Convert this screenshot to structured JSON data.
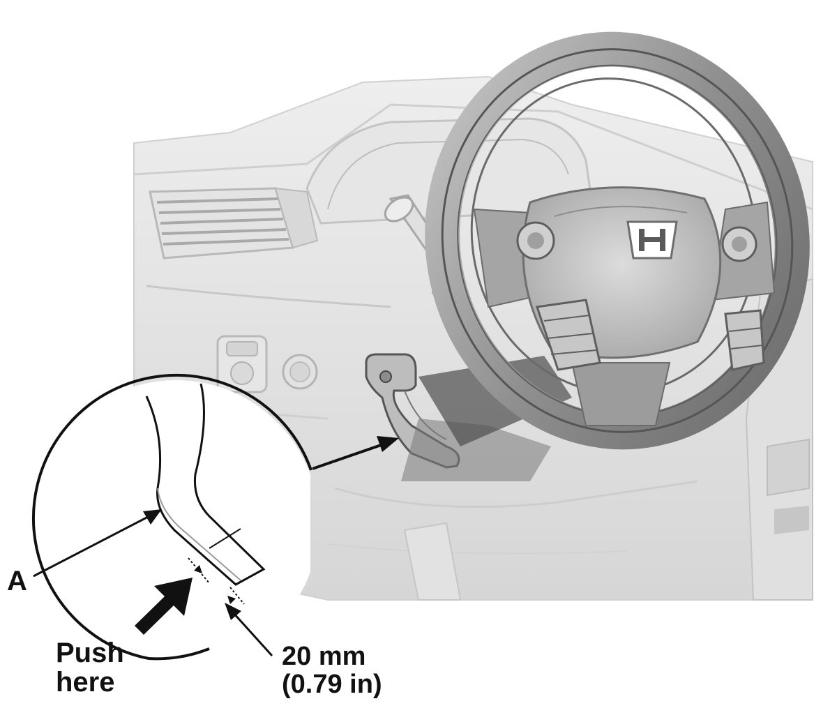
{
  "callouts": {
    "part_a": "A",
    "push_line1": "Push",
    "push_line2": "here",
    "dim_line1": "20 mm",
    "dim_line2": "(0.79 in)"
  },
  "colors": {
    "line": "#111111",
    "dash_light": "#dedede",
    "dash_mid": "#c9c9c9",
    "wheel": "#9a9a9a",
    "wheel_dark": "#6f6f6f",
    "hub": "#b4b4b4"
  }
}
